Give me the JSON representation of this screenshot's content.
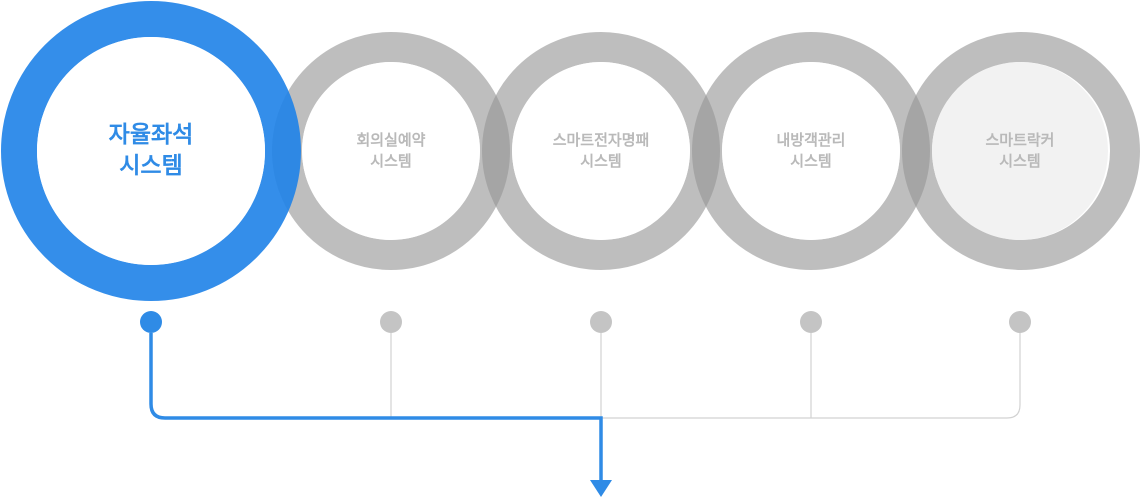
{
  "colors": {
    "accent": "#2f8be6",
    "inactive": "#c4c4c4",
    "text_inactive": "#b9b9b9"
  },
  "systems": [
    {
      "line1": "자율좌석",
      "line2": "시스템",
      "active": true
    },
    {
      "line1": "회의실예약",
      "line2": "시스템",
      "active": false
    },
    {
      "line1": "스마트전자명패",
      "line2": "시스템",
      "active": false
    },
    {
      "line1": "내방객관리",
      "line2": "시스템",
      "active": false
    },
    {
      "line1": "스마트락커",
      "line2": "시스템",
      "active": false
    }
  ]
}
